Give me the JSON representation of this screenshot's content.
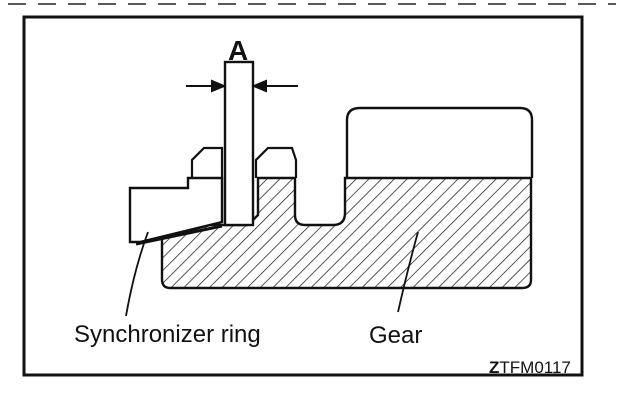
{
  "figure": {
    "dimension_label": "A",
    "labels": {
      "synchronizer_ring": "Synchronizer ring",
      "gear": "Gear"
    },
    "figure_code": {
      "prefix": "Z",
      "rest": "TFM0117"
    },
    "colors": {
      "ink": "#111111",
      "background": "#ffffff"
    }
  }
}
